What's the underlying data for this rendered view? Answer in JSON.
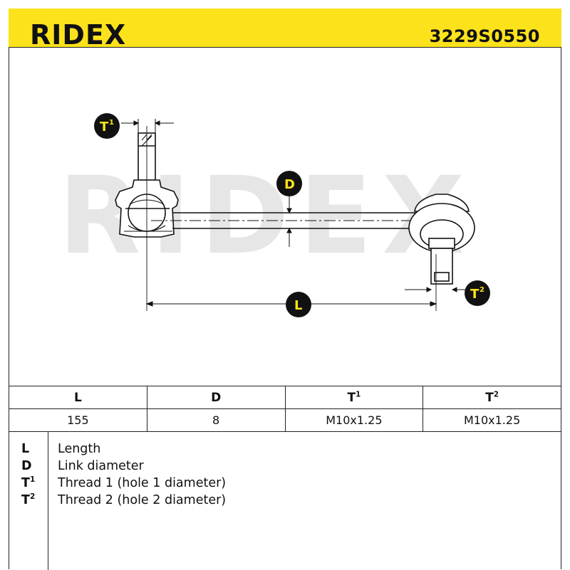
{
  "header": {
    "brand": "RIDEX",
    "part_number": "3229S0550",
    "background_color": "#fce21b"
  },
  "drawing": {
    "watermark": "RIDEX",
    "callouts": {
      "t1": {
        "letter": "T",
        "index": "1"
      },
      "t2": {
        "letter": "T",
        "index": "2"
      },
      "d": "D",
      "l": "L"
    }
  },
  "specs": {
    "headers": [
      {
        "letter": "L",
        "index": ""
      },
      {
        "letter": "D",
        "index": ""
      },
      {
        "letter": "T",
        "index": "1"
      },
      {
        "letter": "T",
        "index": "2"
      }
    ],
    "values": [
      "155",
      "8",
      "M10x1.25",
      "M10x1.25"
    ]
  },
  "legend": [
    {
      "symbol": "L",
      "index": "",
      "description": "Length"
    },
    {
      "symbol": "D",
      "index": "",
      "description": "Link diameter"
    },
    {
      "symbol": "T",
      "index": "1",
      "description": "Thread 1 (hole 1 diameter)"
    },
    {
      "symbol": "T",
      "index": "2",
      "description": "Thread 2 (hole 2 diameter)"
    }
  ]
}
